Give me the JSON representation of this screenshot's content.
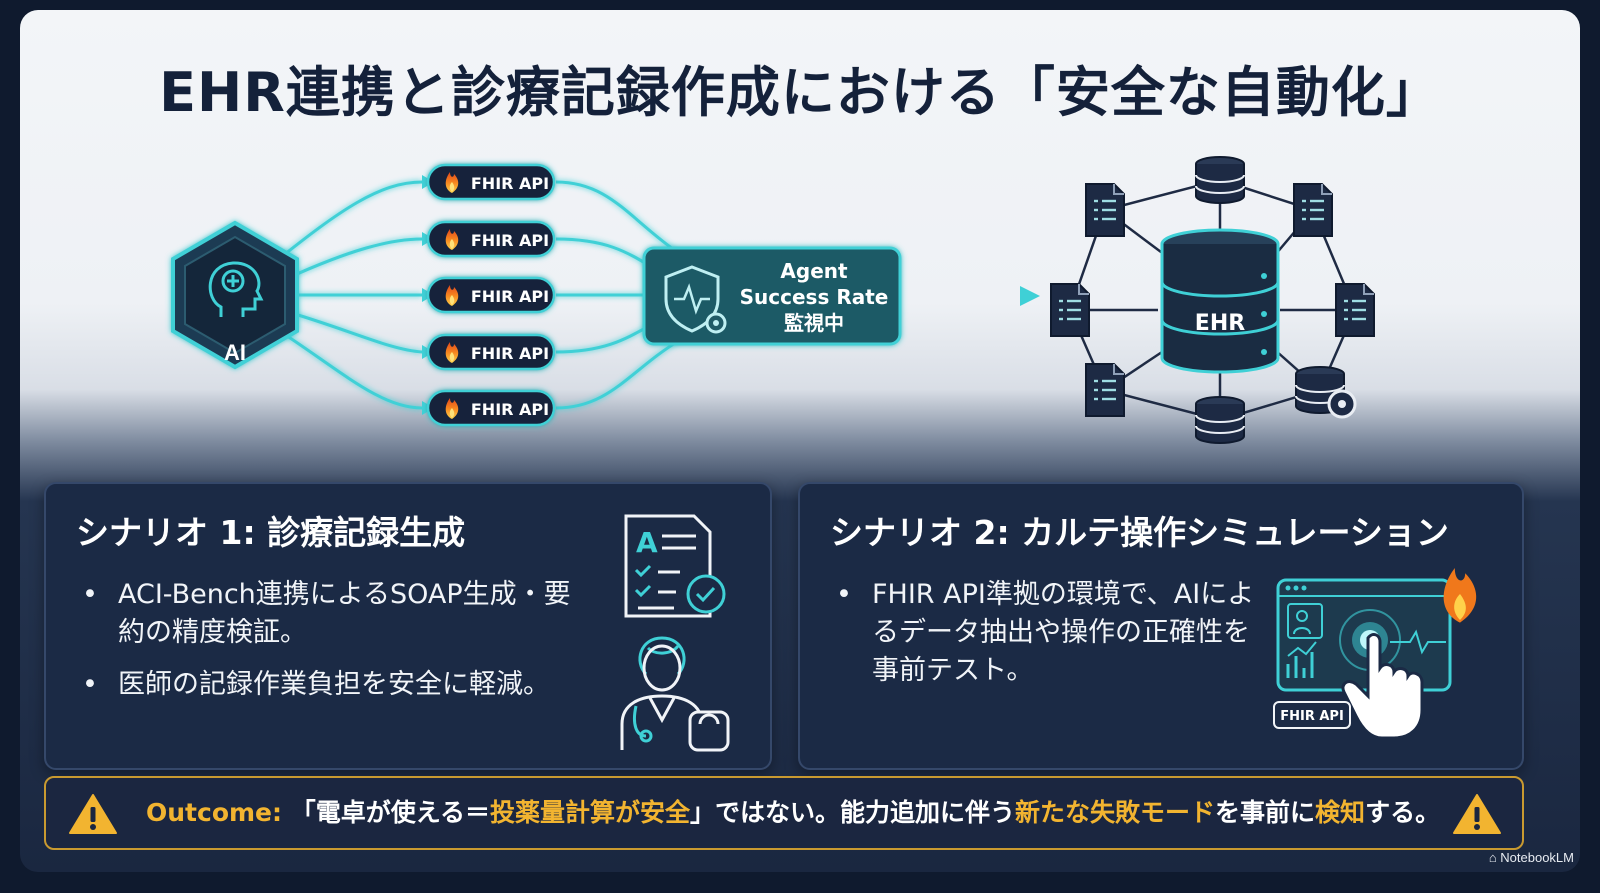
{
  "title": "EHR連携と診療記録作成における「安全な自動化」",
  "diagram": {
    "ai_label": "AI",
    "api_nodes": [
      "FHIR API",
      "FHIR API",
      "FHIR API",
      "FHIR API",
      "FHIR API"
    ],
    "monitor": {
      "line1": "Agent",
      "line2": "Success Rate",
      "line3": "監視中"
    },
    "ehr_label": "EHR"
  },
  "scenario1": {
    "heading": "シナリオ 1: 診療記録生成",
    "bullets": [
      "ACI-Bench連携によるSOAP生成・要約の精度検証。",
      "医師の記録作業負担を安全に軽減。"
    ],
    "doc_icon_letter": "A"
  },
  "scenario2": {
    "heading": "シナリオ 2: カルテ操作シミュレーション",
    "bullets": [
      "FHIR API準拠の環境で、AIによるデータ抽出や操作の正確性を事前テスト。"
    ],
    "badge": "FHIR API"
  },
  "outcome": {
    "label": "Outcome:",
    "part1": "「電卓が使える＝",
    "hl1": "投薬量計算が安全",
    "part2": "」ではない。能力追加に伴う",
    "hl2": "新たな失敗モード",
    "part3": "を事前に",
    "hl3": "検知",
    "part4": "する。"
  },
  "brand": "NotebookLM",
  "colors": {
    "accent": "#3fd0d6",
    "navy": "#14213a",
    "gold": "#f2b430",
    "fire": "#f07a1a"
  }
}
